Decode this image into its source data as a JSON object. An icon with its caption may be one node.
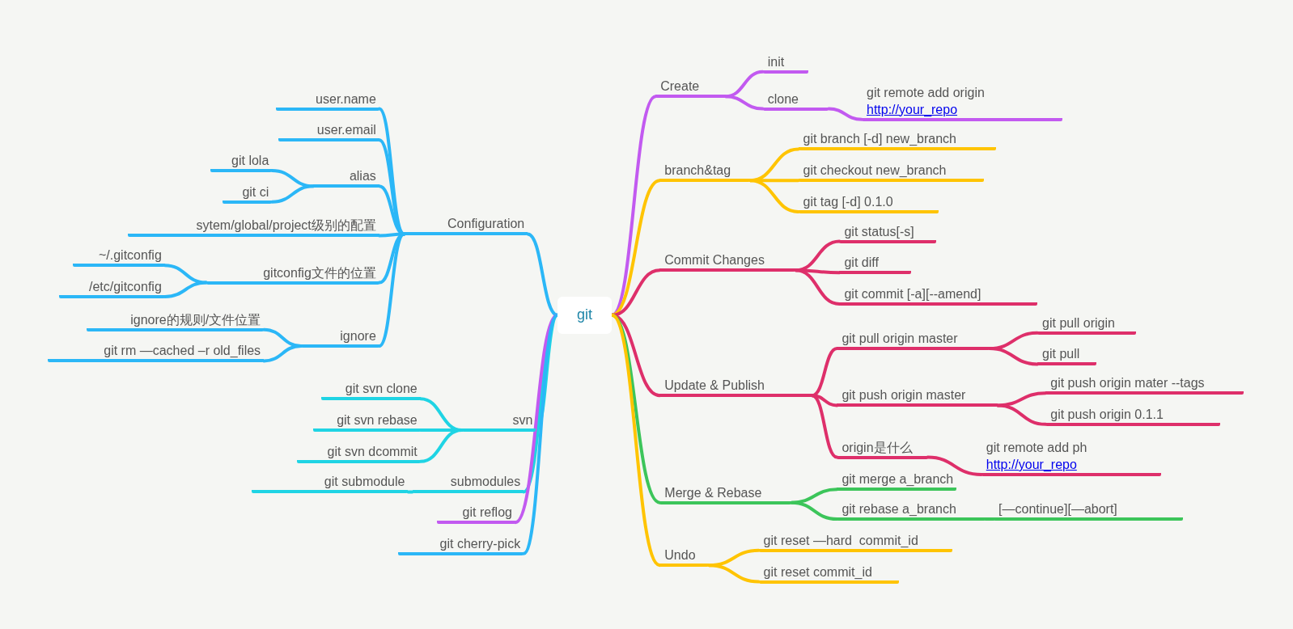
{
  "diagram": {
    "nodes": [
      {
        "text": [
          "git"
        ]
      },
      {
        "text": [
          "Create"
        ]
      },
      {
        "text": [
          "init"
        ]
      },
      {
        "text": [
          "clone"
        ]
      },
      {
        "text": [
          "git remote add origin",
          "http://your_repo"
        ]
      },
      {
        "text": [
          "branch&tag"
        ]
      },
      {
        "text": [
          "git branch [-d] new_branch"
        ]
      },
      {
        "text": [
          "git checkout new_branch"
        ]
      },
      {
        "text": [
          "git tag [-d] 0.1.0"
        ]
      },
      {
        "text": [
          "Commit Changes"
        ]
      },
      {
        "text": [
          "git status[-s]"
        ]
      },
      {
        "text": [
          "git diff"
        ]
      },
      {
        "text": [
          "git commit [-a][--amend]"
        ]
      },
      {
        "text": [
          "Update & Publish"
        ]
      },
      {
        "text": [
          "git pull origin master"
        ]
      },
      {
        "text": [
          "git pull origin"
        ]
      },
      {
        "text": [
          "git pull"
        ]
      },
      {
        "text": [
          "git push origin master"
        ]
      },
      {
        "text": [
          "git push origin mater --tags"
        ]
      },
      {
        "text": [
          "git push origin 0.1.1"
        ]
      },
      {
        "text": [
          "origin是什么"
        ]
      },
      {
        "text": [
          "git remote add ph",
          "http://your_repo"
        ]
      },
      {
        "text": [
          "Merge & Rebase"
        ]
      },
      {
        "text": [
          "git merge a_branch"
        ]
      },
      {
        "text": [
          "git rebase a_branch"
        ]
      },
      {
        "text": [
          "[—continue][—abort]"
        ]
      },
      {
        "text": [
          "Undo"
        ]
      },
      {
        "text": [
          "git reset —hard  commit_id"
        ]
      },
      {
        "text": [
          "git reset commit_id"
        ]
      },
      {
        "text": [
          "Configuration"
        ]
      },
      {
        "text": [
          "user.name"
        ]
      },
      {
        "text": [
          "user.email"
        ]
      },
      {
        "text": [
          "alias"
        ]
      },
      {
        "text": [
          "git lola"
        ]
      },
      {
        "text": [
          "git ci"
        ]
      },
      {
        "text": [
          "sytem/global/project级别的配置"
        ]
      },
      {
        "text": [
          "gitconfig文件的位置"
        ]
      },
      {
        "text": [
          "~/.gitconfig"
        ]
      },
      {
        "text": [
          "/etc/gitconfig"
        ]
      },
      {
        "text": [
          "ignore"
        ]
      },
      {
        "text": [
          "ignore的规则/文件位置"
        ]
      },
      {
        "text": [
          "git rm —cached –r old_files"
        ]
      },
      {
        "text": [
          "svn"
        ]
      },
      {
        "text": [
          "git svn clone"
        ]
      },
      {
        "text": [
          "git svn rebase"
        ]
      },
      {
        "text": [
          "git svn dcommit"
        ]
      },
      {
        "text": [
          "submodules"
        ]
      },
      {
        "text": [
          "git submodule"
        ]
      },
      {
        "text": [
          "git reflog"
        ]
      },
      {
        "text": [
          "git cherry-pick"
        ]
      }
    ],
    "edges": [
      {
        "from": 0,
        "to": 1,
        "arrow": "none",
        "color": "#c25af0"
      },
      {
        "from": 1,
        "to": 2,
        "arrow": "none",
        "color": "#c25af0"
      },
      {
        "from": 1,
        "to": 3,
        "arrow": "none",
        "color": "#c25af0"
      },
      {
        "from": 3,
        "to": 4,
        "arrow": "none",
        "color": "#c25af0"
      },
      {
        "from": 0,
        "to": 5,
        "arrow": "none",
        "color": "#ffc400"
      },
      {
        "from": 5,
        "to": 6,
        "arrow": "none",
        "color": "#ffc400"
      },
      {
        "from": 5,
        "to": 7,
        "arrow": "none",
        "color": "#ffc400"
      },
      {
        "from": 5,
        "to": 8,
        "arrow": "none",
        "color": "#ffc400"
      },
      {
        "from": 0,
        "to": 9,
        "arrow": "none",
        "color": "#de2f6a"
      },
      {
        "from": 9,
        "to": 10,
        "arrow": "none",
        "color": "#de2f6a"
      },
      {
        "from": 9,
        "to": 11,
        "arrow": "none",
        "color": "#de2f6a"
      },
      {
        "from": 9,
        "to": 12,
        "arrow": "none",
        "color": "#de2f6a"
      },
      {
        "from": 0,
        "to": 13,
        "arrow": "none",
        "color": "#de2f6a"
      },
      {
        "from": 13,
        "to": 14,
        "arrow": "none",
        "color": "#de2f6a"
      },
      {
        "from": 14,
        "to": 15,
        "arrow": "none",
        "color": "#de2f6a"
      },
      {
        "from": 14,
        "to": 16,
        "arrow": "none",
        "color": "#de2f6a"
      },
      {
        "from": 13,
        "to": 17,
        "arrow": "none",
        "color": "#de2f6a"
      },
      {
        "from": 17,
        "to": 18,
        "arrow": "none",
        "color": "#de2f6a"
      },
      {
        "from": 17,
        "to": 19,
        "arrow": "none",
        "color": "#de2f6a"
      },
      {
        "from": 13,
        "to": 20,
        "arrow": "none",
        "color": "#de2f6a"
      },
      {
        "from": 20,
        "to": 21,
        "arrow": "none",
        "color": "#de2f6a"
      },
      {
        "from": 0,
        "to": 22,
        "arrow": "none",
        "color": "#3cc55a"
      },
      {
        "from": 22,
        "to": 23,
        "arrow": "none",
        "color": "#3cc55a"
      },
      {
        "from": 22,
        "to": 24,
        "arrow": "none",
        "color": "#3cc55a"
      },
      {
        "from": 24,
        "to": 25,
        "arrow": "none",
        "color": "#3cc55a"
      },
      {
        "from": 0,
        "to": 26,
        "arrow": "none",
        "color": "#ffc400"
      },
      {
        "from": 26,
        "to": 27,
        "arrow": "none",
        "color": "#ffc400"
      },
      {
        "from": 26,
        "to": 28,
        "arrow": "none",
        "color": "#ffc400"
      },
      {
        "from": 0,
        "to": 29,
        "arrow": "none",
        "color": "#2bb7f7"
      },
      {
        "from": 29,
        "to": 30,
        "arrow": "none",
        "color": "#2bb7f7"
      },
      {
        "from": 29,
        "to": 31,
        "arrow": "none",
        "color": "#2bb7f7"
      },
      {
        "from": 29,
        "to": 32,
        "arrow": "none",
        "color": "#2bb7f7"
      },
      {
        "from": 32,
        "to": 33,
        "arrow": "none",
        "color": "#2bb7f7"
      },
      {
        "from": 32,
        "to": 34,
        "arrow": "none",
        "color": "#2bb7f7"
      },
      {
        "from": 29,
        "to": 35,
        "arrow": "none",
        "color": "#2bb7f7"
      },
      {
        "from": 29,
        "to": 36,
        "arrow": "none",
        "color": "#2bb7f7"
      },
      {
        "from": 36,
        "to": 37,
        "arrow": "none",
        "color": "#2bb7f7"
      },
      {
        "from": 36,
        "to": 38,
        "arrow": "none",
        "color": "#2bb7f7"
      },
      {
        "from": 29,
        "to": 39,
        "arrow": "none",
        "color": "#2bb7f7"
      },
      {
        "from": 39,
        "to": 40,
        "arrow": "none",
        "color": "#2bb7f7"
      },
      {
        "from": 39,
        "to": 41,
        "arrow": "none",
        "color": "#2bb7f7"
      },
      {
        "from": 0,
        "to": 42,
        "arrow": "none",
        "color": "#1fd4e4"
      },
      {
        "from": 42,
        "to": 43,
        "arrow": "none",
        "color": "#1fd4e4"
      },
      {
        "from": 42,
        "to": 44,
        "arrow": "none",
        "color": "#1fd4e4"
      },
      {
        "from": 42,
        "to": 45,
        "arrow": "none",
        "color": "#1fd4e4"
      },
      {
        "from": 0,
        "to": 46,
        "arrow": "none",
        "color": "#1fd4e4"
      },
      {
        "from": 46,
        "to": 47,
        "arrow": "none",
        "color": "#1fd4e4"
      },
      {
        "from": 0,
        "to": 48,
        "arrow": "none",
        "color": "#c25af0"
      },
      {
        "from": 0,
        "to": 49,
        "arrow": "none",
        "color": "#2bb7f7"
      }
    ]
  }
}
